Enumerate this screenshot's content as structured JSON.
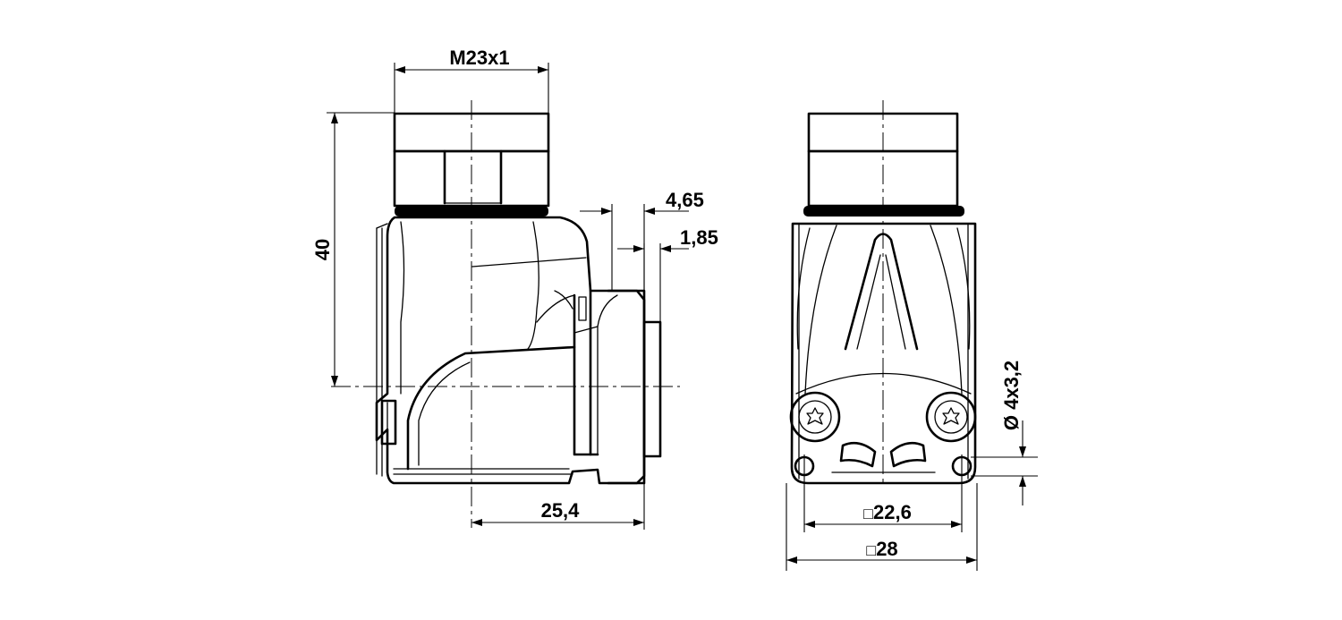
{
  "dimensions": {
    "thread": "M23x1",
    "height": "40",
    "offset_1": "4,65",
    "offset_2": "1,85",
    "length": "25,4",
    "square_inner": "22,6",
    "square_outer": "28",
    "holes": "4x3,2",
    "square_symbol": "□",
    "diameter_symbol": "Ø"
  }
}
